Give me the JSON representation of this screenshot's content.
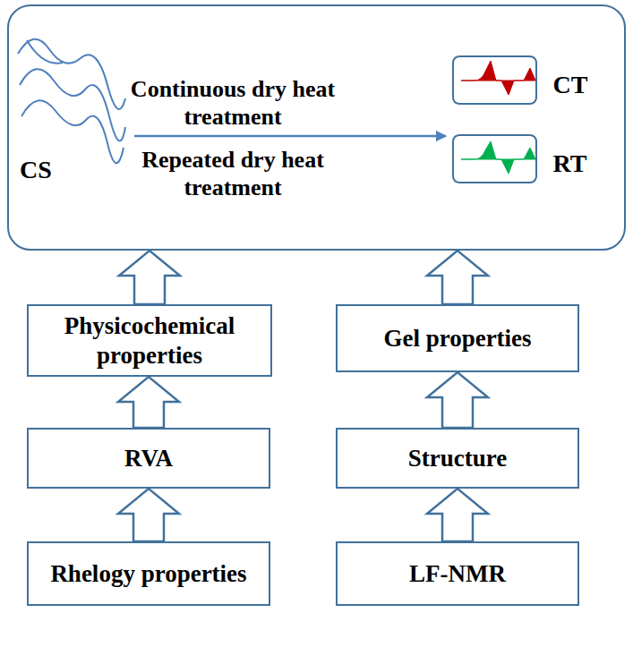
{
  "diagram": {
    "nodes": [
      {
        "text": [
          "CS"
        ]
      },
      {
        "text": [
          "CT"
        ],
        "in": 0
      },
      {
        "text": [
          "RT"
        ],
        "in": 0
      },
      {
        "text": [
          "Physicochemical properties"
        ]
      },
      {
        "text": [
          "Gel properties"
        ]
      },
      {
        "text": [
          "RVA"
        ]
      },
      {
        "text": [
          "Structure"
        ]
      },
      {
        "text": [
          "Rhelogy properties"
        ]
      },
      {
        "text": [
          "LF-NMR"
        ]
      }
    ],
    "edges": [
      {
        "from": 3,
        "to": 0,
        "arrow": "to"
      },
      {
        "from": 4,
        "to": 0,
        "arrow": "to"
      },
      {
        "from": 5,
        "to": 3,
        "arrow": "to"
      },
      {
        "from": 6,
        "to": 4,
        "arrow": "to"
      },
      {
        "from": 7,
        "to": 5,
        "arrow": "to"
      },
      {
        "from": 8,
        "to": 6,
        "arrow": "to"
      }
    ],
    "labels": [
      "Continuous dry heat treatment",
      "Repeated dry heat treatment"
    ]
  }
}
